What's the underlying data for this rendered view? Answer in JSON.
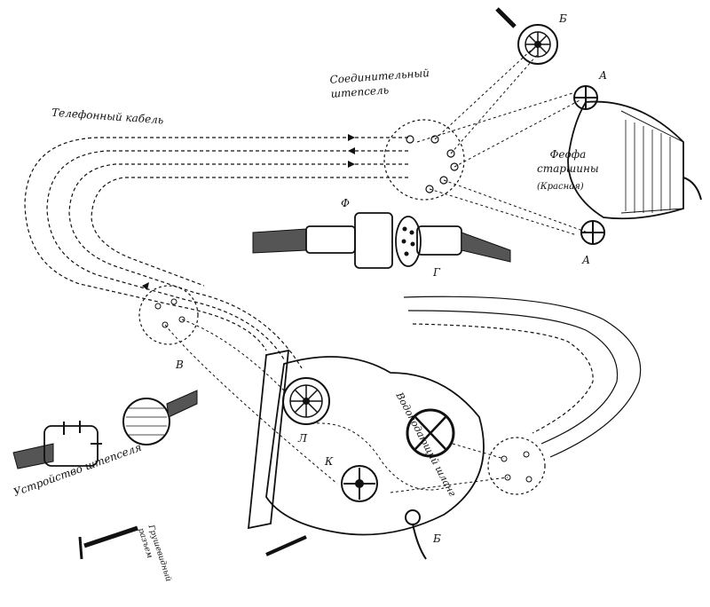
{
  "labels": {
    "connector_plug": "Соединительный\nштепсель",
    "telephone_cable": "Телефонный кабель",
    "foreman_helmet": "Феофа\nстаршины",
    "foreman_helmet_note": "(Красная)",
    "plug_device": "Устройство штепселя",
    "water_hose": "Водоподающий шланг",
    "contact_pin": "Грушевидный\nразъем",
    "letter_A1": "А",
    "letter_A2": "А",
    "letter_B1": "Б",
    "letter_B2": "Б",
    "letter_V": "В",
    "letter_G": "Г",
    "letter_F": "Ф",
    "letter_L": "Л",
    "letter_K": "К"
  },
  "colors": {
    "ink": "#111111",
    "paper": "#ffffff"
  }
}
